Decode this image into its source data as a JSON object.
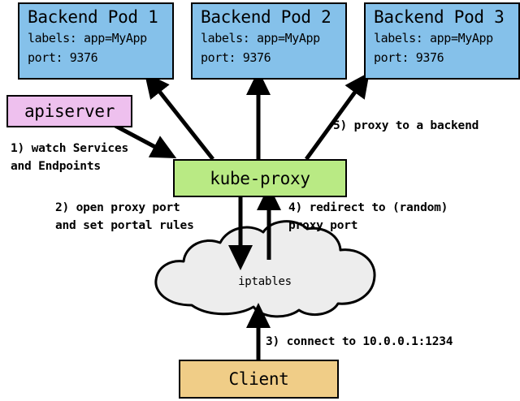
{
  "diagram": {
    "title": "kube-proxy service proxying flow",
    "colors": {
      "pod_fill": "#85c1ea",
      "apiserver_fill": "#eec0ee",
      "kubeproxy_fill": "#b9ea84",
      "client_fill": "#f0cd87",
      "cloud_fill": "#ededed",
      "stroke": "#000000",
      "background": "#ffffff"
    },
    "pods": [
      {
        "title": "Backend Pod 1",
        "labels_line": "labels: app=MyApp",
        "port_line": "port: 9376"
      },
      {
        "title": "Backend Pod 2",
        "labels_line": "labels: app=MyApp",
        "port_line": "port: 9376"
      },
      {
        "title": "Backend Pod 3",
        "labels_line": "labels: app=MyApp",
        "port_line": "port: 9376"
      }
    ],
    "apiserver": {
      "label": "apiserver"
    },
    "kubeproxy": {
      "label": "kube-proxy"
    },
    "iptables": {
      "label": "iptables"
    },
    "client": {
      "label": "Client"
    },
    "annotations": [
      {
        "id": "step-1",
        "line1": "1) watch Services",
        "line2": "and Endpoints"
      },
      {
        "id": "step-2",
        "line1": "2) open proxy port",
        "line2": "and set portal rules"
      },
      {
        "id": "step-3",
        "line1": "3) connect to 10.0.0.1:1234",
        "line2": ""
      },
      {
        "id": "step-4",
        "line1": "4) redirect to (random)",
        "line2": "proxy port"
      },
      {
        "id": "step-5",
        "line1": "5) proxy to a backend",
        "line2": ""
      }
    ]
  }
}
